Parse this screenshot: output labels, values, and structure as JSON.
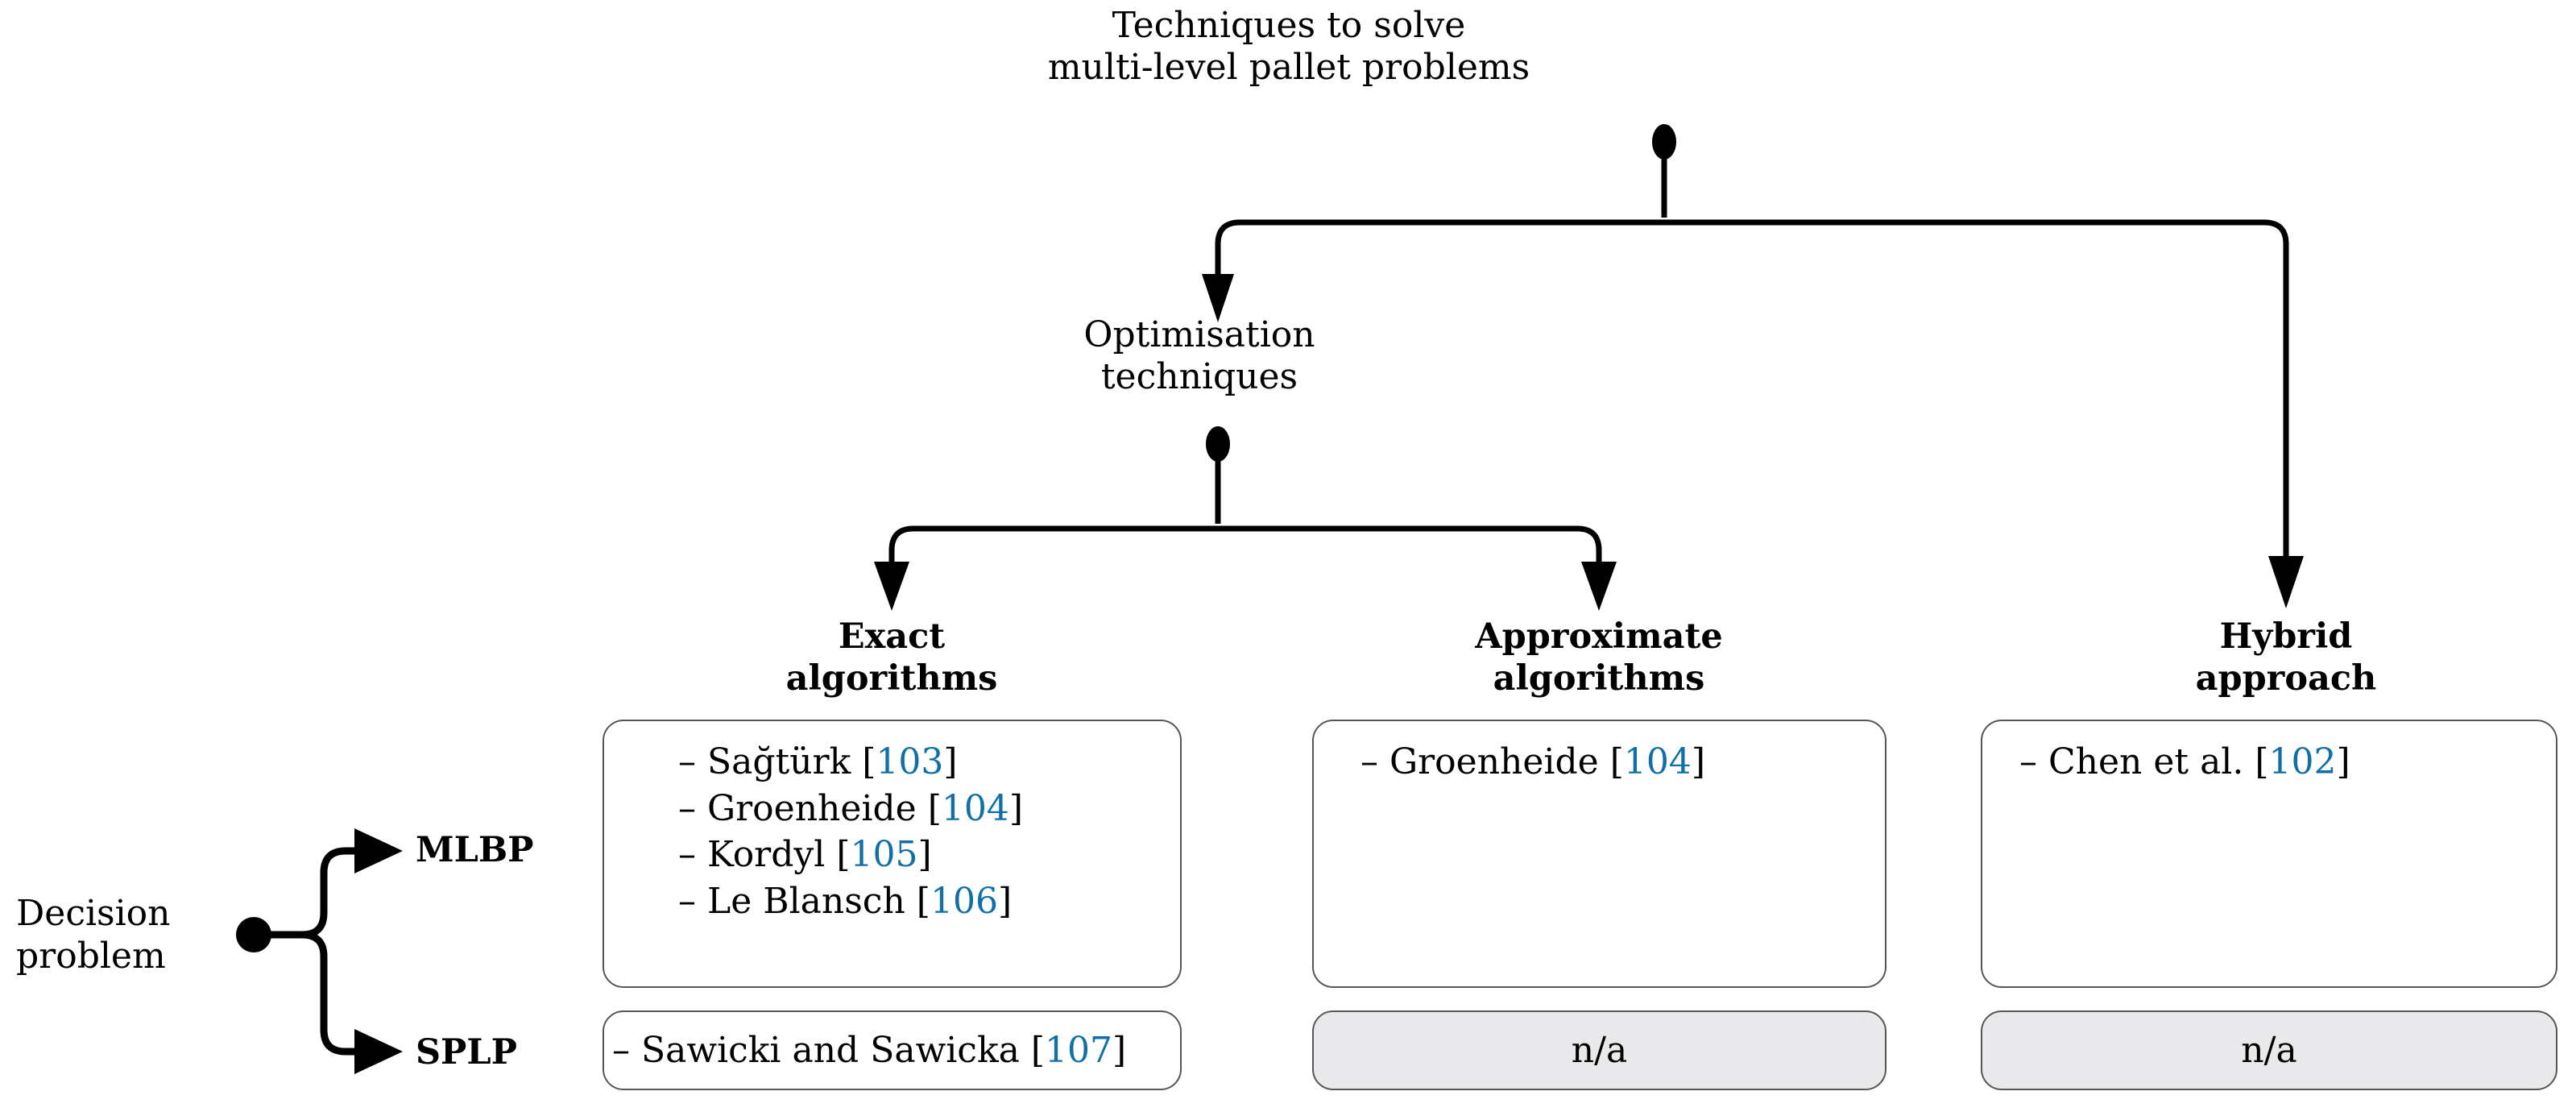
{
  "diagram": {
    "type": "tree",
    "root": {
      "label": "Techniques to solve\nmulti-level pallet problems"
    },
    "level2": {
      "optimisation": "Optimisation\ntechniques",
      "hybrid_heading": "Hybrid\napproach"
    },
    "columns": [
      {
        "id": "exact",
        "heading": "Exact\nalgorithms"
      },
      {
        "id": "approximate",
        "heading": "Approximate\nalgorithms"
      },
      {
        "id": "hybrid",
        "heading": "Hybrid\napproach"
      }
    ],
    "left_group": {
      "source_label": "Decision\nproblem",
      "branches": [
        {
          "id": "mlbp",
          "label": "MLBP"
        },
        {
          "id": "splp",
          "label": "SPLP"
        }
      ]
    },
    "rows": {
      "mlbp": {
        "exact": {
          "items": [
            {
              "dash": "–",
              "name": "Sağtürk",
              "open": "[",
              "cite": "103",
              "close": "]"
            },
            {
              "dash": "–",
              "name": "Groenheide",
              "open": "[",
              "cite": "104",
              "close": "]"
            },
            {
              "dash": "–",
              "name": "Kordyl",
              "open": "[",
              "cite": "105",
              "close": "]"
            },
            {
              "dash": "–",
              "name": "Le Blansch",
              "open": "[",
              "cite": "106",
              "close": "]"
            }
          ]
        },
        "approximate": {
          "items": [
            {
              "dash": "–",
              "name": "Groenheide",
              "open": "[",
              "cite": "104",
              "close": "]"
            }
          ]
        },
        "hybrid": {
          "items": [
            {
              "dash": "–",
              "name": "Chen et al.",
              "open": "[",
              "cite": "102",
              "close": "]"
            }
          ]
        }
      },
      "splp": {
        "exact": {
          "dash": "–",
          "name": "Sawicki and Sawicka",
          "open": "[",
          "cite": "107",
          "close": "]"
        },
        "approximate": {
          "text": "n/a"
        },
        "hybrid": {
          "text": "n/a"
        }
      }
    },
    "colors": {
      "citation_blue": "#0f6fa8",
      "box_border": "#565656",
      "na_fill": "#e9e9eb",
      "connector": "#000000",
      "text": "#000000"
    }
  }
}
